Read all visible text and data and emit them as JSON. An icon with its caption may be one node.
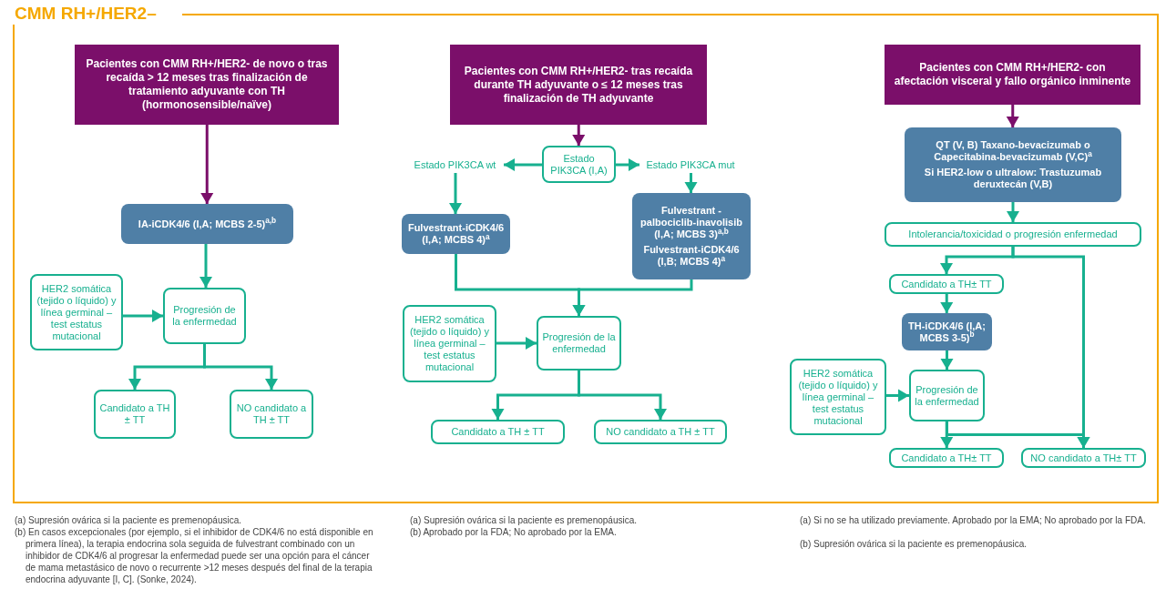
{
  "diagram": {
    "title": "CMM RH+/HER2–",
    "nodes": [
      {
        "text": [
          "Pacientes con CMM RH+/HER2- de novo o tras recaída > 12 meses tras finalización de tratamiento adyuvante con TH (hormonosensible/naïve)"
        ]
      },
      {
        "text": [
          "IA-iCDK4/6 (I,A; MCBS 2-5)$^{a,b}$"
        ]
      },
      {
        "text": [
          "HER2 somática (tejido o líquido) y línea germinal – test estatus mutacional"
        ]
      },
      {
        "text": [
          "Progresión de la enfermedad"
        ]
      },
      {
        "text": [
          "Candidato a TH ± TT"
        ]
      },
      {
        "text": [
          "NO candidato a TH ± TT"
        ]
      },
      {
        "text": [
          "Pacientes con CMM RH+/HER2- tras recaída durante TH adyuvante o ≤ 12 meses tras finalización de TH adyuvante"
        ]
      },
      {
        "text": [
          "Estado PIK3CA (I,A)"
        ]
      },
      {
        "text": [
          "Estado PIK3CA wt"
        ]
      },
      {
        "text": [
          "Estado PIK3CA mut"
        ]
      },
      {
        "text": [
          "Fulvestrant-iCDK4/6 (I,A; MCBS 4)$^{a}$"
        ]
      },
      {
        "text": [
          "Fulvestrant -palbociclib-inavolisib (I,A; MCBS 3)$^{a,b}$",
          "Fulvestrant-iCDK4/6 (I,B; MCBS 4)$^{a}$"
        ]
      },
      {
        "text": [
          "HER2 somática (tejido o líquido) y línea germinal – test estatus mutacional"
        ]
      },
      {
        "text": [
          "Progresión de la enfermedad"
        ]
      },
      {
        "text": [
          "Candidato a TH ± TT"
        ]
      },
      {
        "text": [
          "NO candidato a TH ± TT"
        ]
      },
      {
        "text": [
          "Pacientes con CMM RH+/HER2- con afectación visceral y fallo orgánico inminente"
        ]
      },
      {
        "text": [
          "QT (V, B) Taxano-bevacizumab o Capecitabina-bevacizumab (V,C)$^{a}$",
          "Si HER2-low o ultralow: Trastuzumab deruxtecán (V,B)"
        ]
      },
      {
        "text": [
          "Intolerancia/toxicidad o progresión enfermedad"
        ]
      },
      {
        "text": [
          "Candidato a TH± TT"
        ]
      },
      {
        "text": [
          "TH-iCDK4/6 (I,A; MCBS 3-5)$^{b}$"
        ]
      },
      {
        "text": [
          "HER2 somática (tejido o líquido) y línea germinal – test estatus mutacional"
        ]
      },
      {
        "text": [
          "Progresión de la enfermedad"
        ]
      },
      {
        "text": [
          "Candidato a TH± TT"
        ]
      },
      {
        "text": [
          "NO candidato a TH± TT"
        ]
      }
    ],
    "edges": [
      {
        "from": 0,
        "to": 1,
        "arrow": "to",
        "color": "#7b0f6a"
      },
      {
        "from": 1,
        "to": 3,
        "arrow": "to"
      },
      {
        "from": 2,
        "to": 3,
        "arrow": "to"
      },
      {
        "from": 3,
        "to": 4,
        "arrow": "to"
      },
      {
        "from": 3,
        "to": 5,
        "arrow": "to"
      },
      {
        "from": 6,
        "to": 7,
        "arrow": "to",
        "color": "#7b0f6a"
      },
      {
        "from": 7,
        "to": 8,
        "arrow": "to"
      },
      {
        "from": 7,
        "to": 9,
        "arrow": "to"
      },
      {
        "from": 8,
        "to": 10,
        "arrow": "to"
      },
      {
        "from": 9,
        "to": 11,
        "arrow": "to"
      },
      {
        "from": 10,
        "to": 13,
        "arrow": "to"
      },
      {
        "from": 11,
        "to": 13,
        "arrow": "to"
      },
      {
        "from": 12,
        "to": 13,
        "arrow": "to"
      },
      {
        "from": 13,
        "to": 14,
        "arrow": "to"
      },
      {
        "from": 13,
        "to": 15,
        "arrow": "to"
      },
      {
        "from": 16,
        "to": 17,
        "arrow": "to",
        "color": "#7b0f6a"
      },
      {
        "from": 17,
        "to": 18,
        "arrow": "to"
      },
      {
        "from": 18,
        "to": 19,
        "arrow": "to"
      },
      {
        "from": 18,
        "to": 24,
        "arrow": "to"
      },
      {
        "from": 19,
        "to": 20,
        "arrow": "to"
      },
      {
        "from": 20,
        "to": 22,
        "arrow": "to"
      },
      {
        "from": 21,
        "to": 22,
        "arrow": "to"
      },
      {
        "from": 22,
        "to": 23,
        "arrow": "to"
      },
      {
        "from": 22,
        "to": 24,
        "arrow": "to"
      }
    ],
    "labels": [
      "(a) Supresión ovárica si la paciente es premenopáusica.",
      "(b) En casos excepcionales (por ejemplo, si el inhibidor de CDK4/6 no está disponible en primera línea), la terapia endocrina sola seguida de fulvestrant combinado con un inhibidor de CDK4/6 al progresar la enfermedad puede ser una opción para el cáncer de mama metastásico de novo o recurrente >12 meses después del final de la terapia endocrina adyuvante [I, C]. (Sonke, 2024).",
      "(a) Supresión ovárica si la paciente es premenopáusica.",
      "(b) Aprobado por la FDA; No aprobado por la EMA.",
      "(a) Si no se ha utilizado previamente. Aprobado por la EMA; No aprobado por la FDA.",
      "(b) Supresión ovárica si la paciente es premenopáusica."
    ]
  }
}
